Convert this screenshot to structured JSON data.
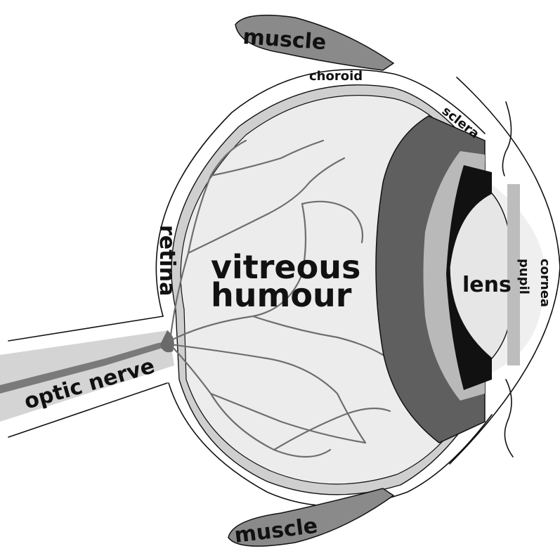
{
  "labels": {
    "muscle_top": "muscle",
    "muscle_bottom": "muscle",
    "choroid": "choroid",
    "sclera": "sclera",
    "retina": "retina",
    "vitreous_line1": "vitreous",
    "vitreous_line2": "humour",
    "lens": "lens",
    "pupil": "pupil",
    "cornea": "cornea",
    "optic_nerve": "optic nerve"
  },
  "colors": {
    "outline": "#111111",
    "sclera_band": "#cfcfcf",
    "vitreous_fill": "#ececec",
    "ciliary_dark": "#5f5f5f",
    "ciliary_light": "#b9b9b9",
    "iris_black": "#111111",
    "lens_fill": "#e6e6e6",
    "cornea_fill": "#efefef",
    "vessel": "#6e6e6e",
    "muscle_fill": "#8a8a8a",
    "nerve_band": "#d4d4d4",
    "nerve_core": "#7a7a7a"
  }
}
